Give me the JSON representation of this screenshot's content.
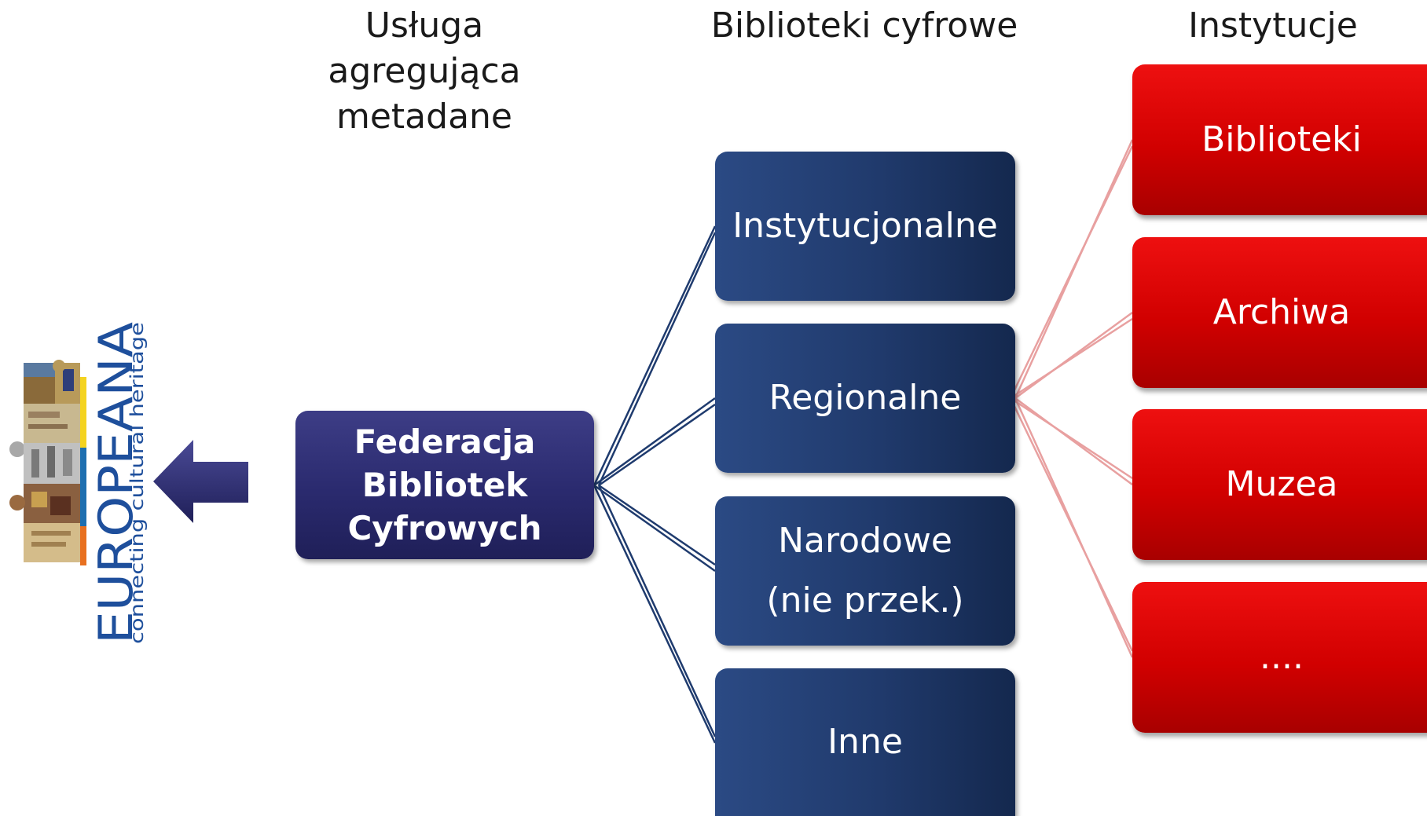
{
  "headers": {
    "aggregator_line1": "Usługa agregująca",
    "aggregator_line2": "metadane",
    "digital_libraries": "Biblioteki cyfrowe",
    "institutions": "Instytucje"
  },
  "logo": {
    "brand": "EUROPEANA",
    "tagline": "connecting cultural heritage"
  },
  "arrow": {
    "icon": "arrow-left-icon",
    "color": "#2a2a6e"
  },
  "federation": {
    "lines": [
      "Federacja",
      "Bibliotek",
      "Cyfrowych"
    ]
  },
  "digital_libraries": [
    {
      "lines": [
        "Instytucjonalne"
      ]
    },
    {
      "lines": [
        "Regionalne"
      ]
    },
    {
      "lines": [
        "Narodowe",
        "(nie przek.)"
      ]
    },
    {
      "lines": [
        "Inne"
      ]
    }
  ],
  "institutions": [
    {
      "label": "Biblioteki"
    },
    {
      "label": "Archiwa"
    },
    {
      "label": "Muzea"
    },
    {
      "label": "...."
    }
  ],
  "colors": {
    "federation": "#2a2a6e",
    "digital_library": "#203a6c",
    "institution": "#d10000",
    "connector_blue": "#1f3b6e",
    "connector_pink": "#e8a0a0",
    "logo_blue": "#1e4f9c"
  }
}
